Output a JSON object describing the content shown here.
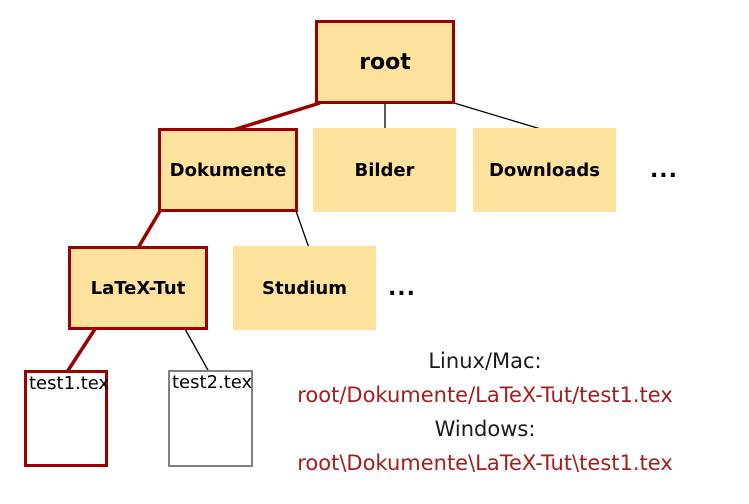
{
  "diagram": {
    "nodes": {
      "root": "root",
      "dokumente": "Dokumente",
      "bilder": "Bilder",
      "downloads": "Downloads",
      "latex_tut": "LaTeX-Tut",
      "studium": "Studium",
      "test1": "test1.tex",
      "test2": "test2.tex"
    },
    "ellipsis_level2": "...",
    "ellipsis_level3": "...",
    "colors": {
      "node_fill": "#FDE29E",
      "highlight_border": "#990000",
      "muted_border": "#808080",
      "edge_black": "#000000",
      "path_text": "#A61C1C"
    }
  },
  "paths": {
    "linux_mac_label": "Linux/Mac:",
    "linux_mac_path": "root/Dokumente/LaTeX-Tut/test1.tex",
    "windows_label": "Windows:",
    "windows_path": "root\\Dokumente\\LaTeX-Tut\\test1.tex"
  }
}
